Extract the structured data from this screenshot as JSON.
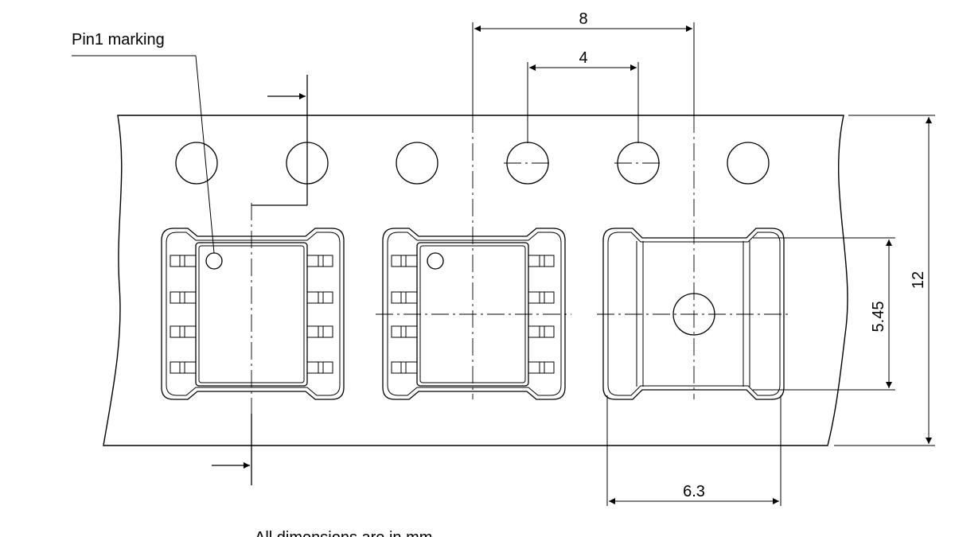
{
  "labels": {
    "pin1_marking": "Pin1 marking",
    "footnote": "All dimensions are in mm"
  },
  "dimensions": {
    "sprocket_pitch": "8",
    "hole_pitch": "4",
    "tape_width": "12",
    "hole_to_center": "5.45",
    "pocket_width": "6.3"
  },
  "colors": {
    "line": "#000000",
    "background": "#ffffff"
  }
}
